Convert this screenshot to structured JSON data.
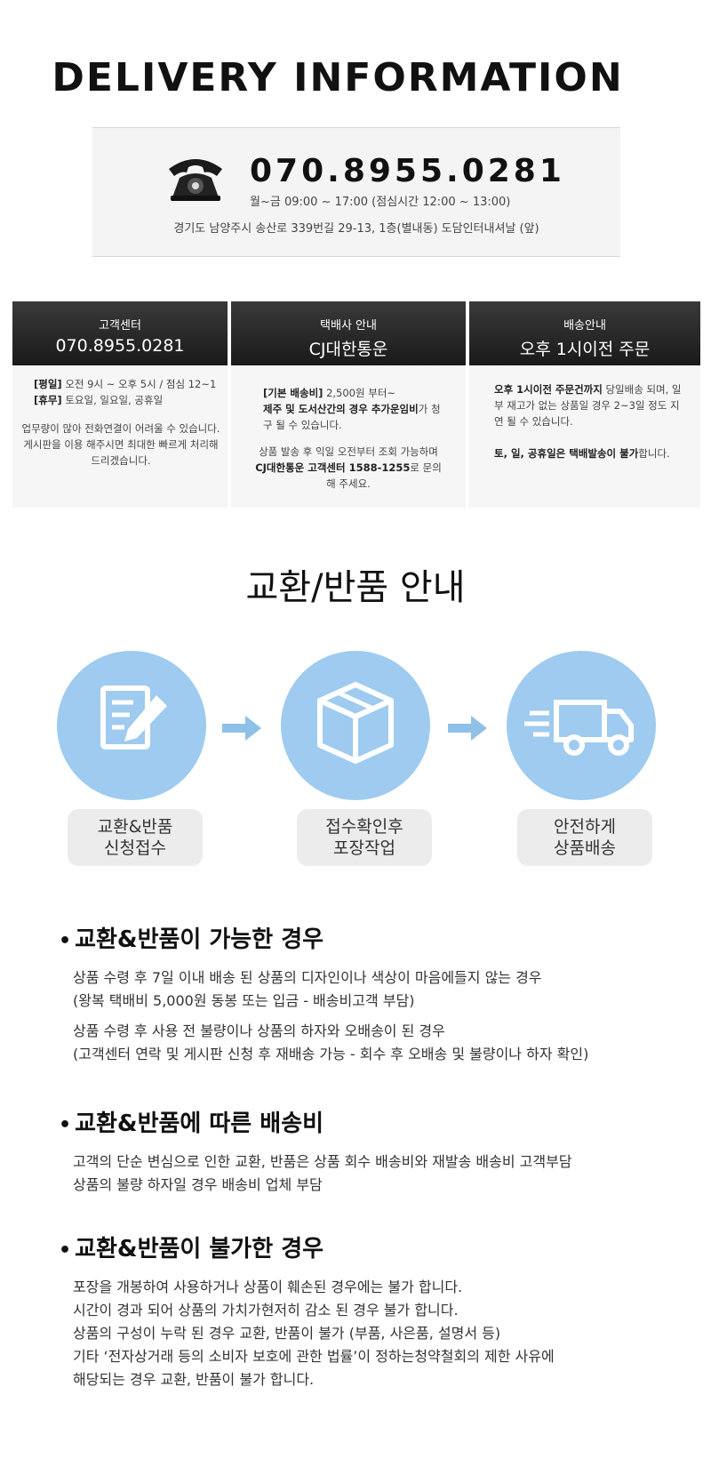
{
  "page_title": "DELIVERY INFORMATION",
  "contact": {
    "phone": "070.8955.0281",
    "hours": "월~금 09:00 ~ 17:00 (점심시간 12:00 ~ 13:00)",
    "address": "경기도 남양주시 송산로 339번길 29-13, 1층(별내동) 도담인터내셔날 (앞)"
  },
  "info_columns": [
    {
      "label": "고객센터",
      "value": "070.8955.0281",
      "lines": [
        {
          "bold": "[평일]",
          "text": " 오전 9시 ~ 오후 5시 / 점심 12~1"
        },
        {
          "bold": "[휴무]",
          "text": " 토요일, 일요일, 공휴일"
        }
      ],
      "note": "업무량이 많아 전화연결이 어려울 수 있습니다. 게시판을 이용 해주시면 최대한 빠르게 처리해 드리겠습니다."
    },
    {
      "label": "택배사 안내",
      "value": "CJ대한통운",
      "line1_bold": "[기본 배송비]",
      "line1_text": " 2,500원 부터~",
      "line2_bold": "제주 및 도서산간의 경우 추가운임비",
      "line2_text": "가 청구 될 수 있습니다.",
      "line3_text": "상품 발송 후 익일 오전부터 조회 가능하며 ",
      "line3_bold": "CJ대한통운 고객센터 1588-1255",
      "line3_tail": "로 문의해 주세요."
    },
    {
      "label": "배송안내",
      "value": "오후 1시이전 주문",
      "line1_bold": "오후 1시이전 주문건까지",
      "line1_text": " 당일배송 되며, 일부 재고가 없는 상품일 경우 2~3일 정도 지연 될 수 있습니다.",
      "line2_bold": "토, 일, 공휴일은 택배발송이 불가",
      "line2_text": "합니다."
    }
  ],
  "exchange": {
    "title": "교환/반품 안내",
    "steps": [
      {
        "line1": "교환&반품",
        "line2": "신청접수",
        "icon": "form-pencil-icon"
      },
      {
        "line1": "접수확인후",
        "line2": "포장작업",
        "icon": "box-icon"
      },
      {
        "line1": "안전하게",
        "line2": "상품배송",
        "icon": "truck-icon"
      }
    ],
    "colors": {
      "circle": "#9ecbef",
      "icon": "#ffffff",
      "arrow": "#8fc0e8",
      "label_bg": "#ececec"
    }
  },
  "rules": [
    {
      "heading": "교환&반품이 가능한 경우",
      "paragraphs": [
        [
          "상품 수령 후 7일 이내 배송 된 상품의 디자인이나 색상이 마음에들지 않는 경우",
          "(왕복 택배비 5,000원 동봉 또는 입금 - 배송비고객 부담)"
        ],
        [
          "상품 수령 후 사용 전 불량이나 상품의 하자와 오배송이 된 경우",
          "(고객센터 연락 및 게시판 신청 후 재배송 가능 - 회수 후 오배송 및 불량이나 하자 확인)"
        ]
      ]
    },
    {
      "heading": "교환&반품에 따른 배송비",
      "paragraphs": [
        [
          "고객의 단순 변심으로 인한 교환, 반품은 상품 회수 배송비와 재발송 배송비 고객부담",
          "상품의 불량 하자일 경우 배송비 업체 부담"
        ]
      ]
    },
    {
      "heading": "교환&반품이 불가한 경우",
      "paragraphs": [
        [
          "포장을 개봉하여 사용하거나 상품이 훼손된 경우에는 불가 합니다.",
          "시간이 경과 되어 상품의 가치가현저히 감소 된 경우 불가 합니다.",
          "상품의 구성이 누락 된 경우 교환, 반품이 불가 (부품, 사은품, 설명서 등)",
          "기타 ‘전자상거래 등의 소비자 보호에 관한 법률’이 정하는청약철회의 제한 사유에",
          "해당되는 경우 교환, 반품이 불가 합니다."
        ]
      ]
    }
  ]
}
